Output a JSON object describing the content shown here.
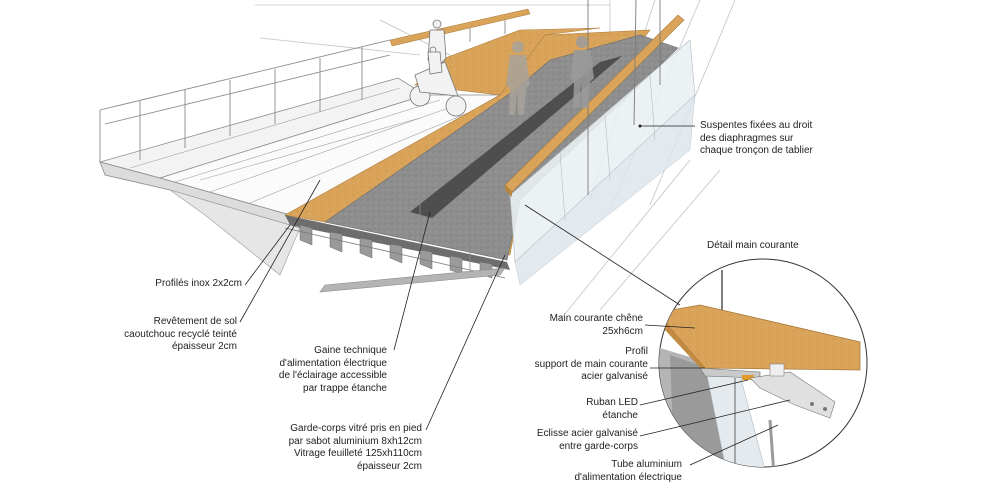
{
  "labels": {
    "suspentes": [
      "Suspentes fixées au droit",
      "des diaphragmes sur",
      "chaque tronçon de tablier"
    ],
    "detail_title": "Détail main courante",
    "profiles": [
      "Profilés inox 2x2cm"
    ],
    "revetement": [
      "Revêtement de sol",
      "caoutchouc recyclé teinté",
      "épaisseur 2cm"
    ],
    "gaine": [
      "Gaine technique",
      "d'alimentation électrique",
      "de l'éclairage accessible",
      "par trappe étanche"
    ],
    "garde_corps": [
      "Garde-corps vitré pris en pied",
      "par sabot aluminium 8xh12cm",
      "Vitrage feuilleté 125xh110cm",
      "épaisseur 2cm"
    ],
    "main_courante": [
      "Main courante chêne",
      "25xh6cm"
    ],
    "profil": [
      "Profil",
      "support de main courante",
      "acier galvanisé"
    ],
    "ruban": [
      "Ruban LED",
      "étanche"
    ],
    "eclisse": [
      "Eclisse acier galvanisé",
      "entre garde-corps"
    ],
    "tube": [
      "Tube aluminium",
      "d'alimentation électrique"
    ]
  },
  "colors": {
    "wood": "#d9a35a",
    "wood_dark": "#c98f45",
    "rubber": "#8f8f8f",
    "rubber_dark": "#555555",
    "glass": "#e9eef1",
    "line": "#333333",
    "sketch": "#9a9a9a"
  }
}
